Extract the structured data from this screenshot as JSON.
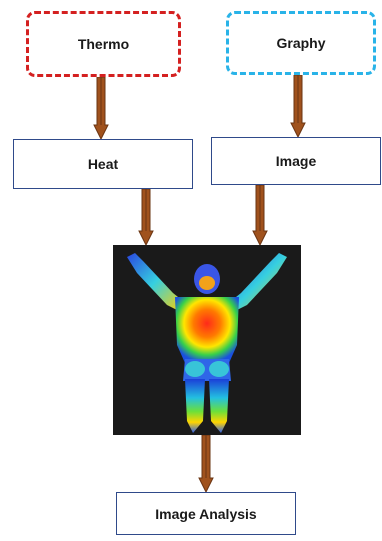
{
  "boxes": {
    "thermo": "Thermo",
    "graphy": "Graphy",
    "heat": "Heat",
    "image": "Image",
    "analysis": "Image Analysis"
  },
  "colors": {
    "arrow_fill": "#a0521d",
    "arrow_stroke": "#6a3412",
    "thermo_border": "#d42020",
    "graphy_border": "#29b3e8",
    "box_border": "#2f4a8a",
    "image_background": "#1a1a1a"
  },
  "icons": [
    "arrow-down-icon",
    "thermal-body-image"
  ]
}
